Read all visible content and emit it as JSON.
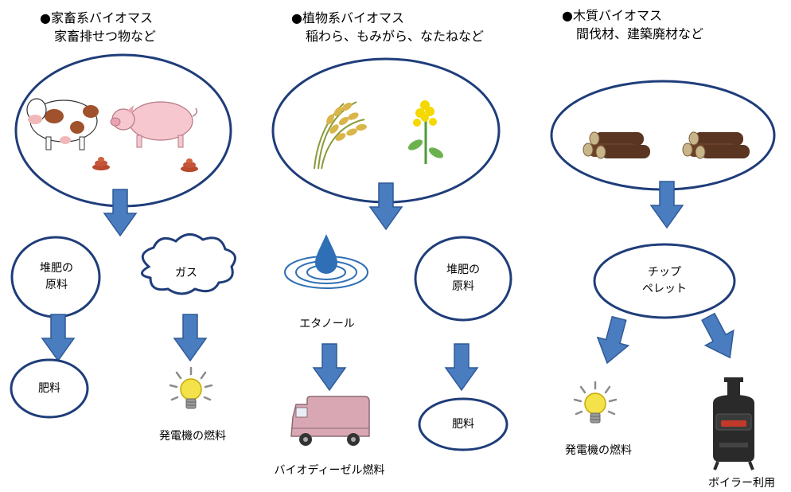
{
  "categories": [
    {
      "heading": "●家畜系バイオマス",
      "examples": "家畜排せつ物など"
    },
    {
      "heading": "●植物系バイオマス",
      "examples": "稲わら、もみがら、なたねなど"
    },
    {
      "heading": "●木質バイオマス",
      "examples": "間伐材、建築廃材など"
    }
  ],
  "livestock": {
    "compost_line1": "堆肥の",
    "compost_line2": "原料",
    "gas": "ガス",
    "fertilizer": "肥料",
    "generator_fuel": "発電機の燃料"
  },
  "plant": {
    "ethanol": "エタノール",
    "biodiesel": "バイオディーゼル燃料",
    "compost_line1": "堆肥の",
    "compost_line2": "原料",
    "fertilizer": "肥料"
  },
  "wood": {
    "chip_line1": "チップ",
    "chip_line2": "ペレット",
    "generator_fuel": "発電機の燃料",
    "boiler": "ボイラー利用"
  },
  "colors": {
    "outline": "#1f3d7a",
    "arrow": "#4a7cc0",
    "arrow_edge": "#2f5a96",
    "drop": "#2f6fb5",
    "bulb": "#f3e24a",
    "van": "#d9a7b4",
    "log": "#5a3522",
    "stove": "#2a2a2a"
  }
}
